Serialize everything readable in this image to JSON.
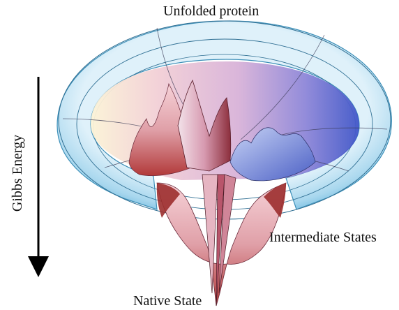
{
  "labels": {
    "top": "Unfolded protein",
    "intermediate": "Intermediate States",
    "native": "Native State",
    "axis": "Gibbs Energy"
  },
  "colors": {
    "rim": "#bfe3f3",
    "rim_edge": "#3c8fb8",
    "funnel_light": "#f7d6d0",
    "funnel_mid": "#c9a6d8",
    "funnel_dark": "#5a57c8",
    "surface_red": "#c8413a",
    "arrow": "#000000"
  }
}
